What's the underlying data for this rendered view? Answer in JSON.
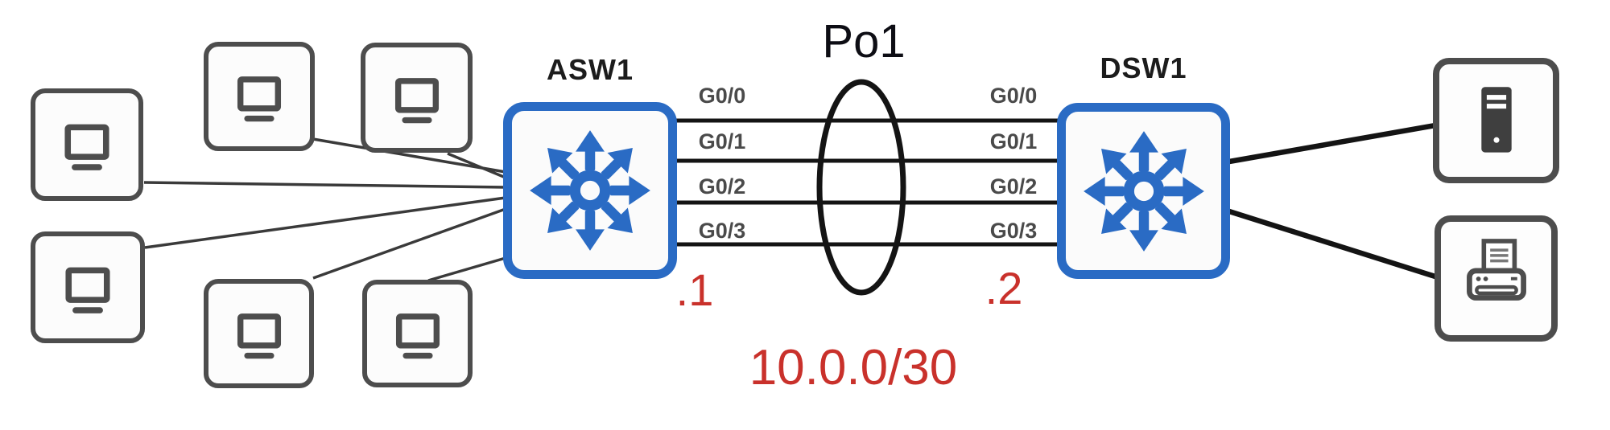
{
  "diagram": {
    "type": "network-topology",
    "switches": {
      "left": {
        "name": "ASW1",
        "ip_suffix": ".1"
      },
      "right": {
        "name": "DSW1",
        "ip_suffix": ".2"
      }
    },
    "port_channel": {
      "label": "Po1",
      "subnet": "10.0.0/30",
      "left_ports": [
        "G0/0",
        "G0/1",
        "G0/2",
        "G0/3"
      ],
      "right_ports": [
        "G0/0",
        "G0/1",
        "G0/2",
        "G0/3"
      ]
    },
    "endpoints": {
      "pc_count": 6,
      "right_devices": [
        "server",
        "printer"
      ]
    },
    "icons": {
      "switch": "multidirectional-arrows-switch-icon",
      "pc": "desktop-monitor-icon",
      "server": "server-tower-icon",
      "printer": "printer-icon"
    },
    "colors": {
      "switch_blue": "#2a6bc4",
      "label_red": "#c9312b",
      "device_gray": "#4d4d4d",
      "wire_black": "#141414"
    }
  }
}
